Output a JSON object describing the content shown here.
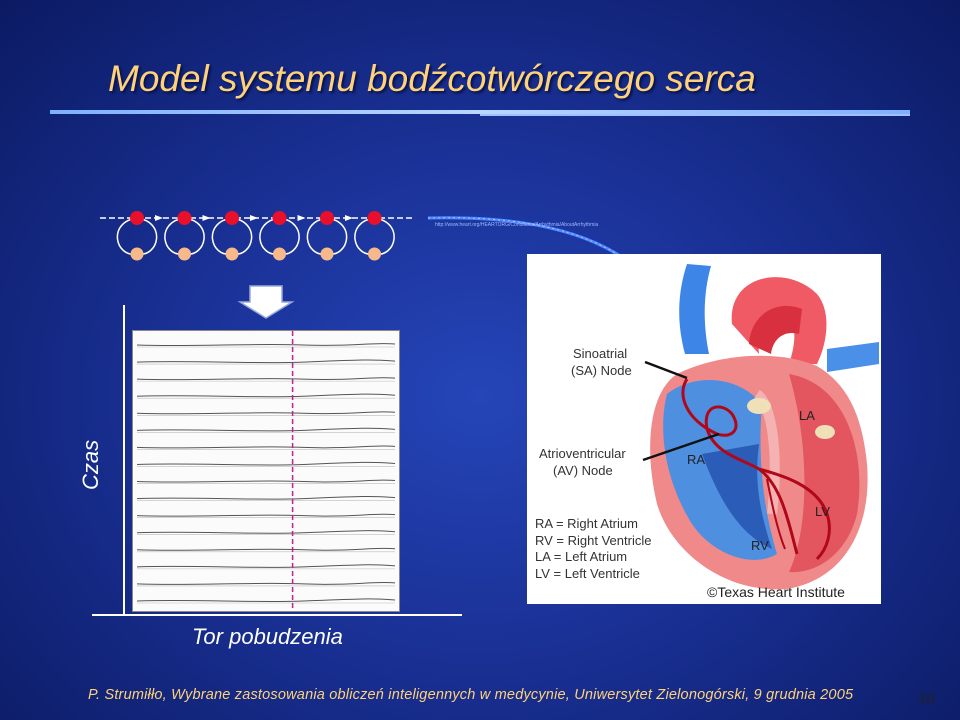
{
  "slide": {
    "title": "Model systemu bodźcotwórczego serca",
    "axis_vertical_label": "Czas",
    "axis_horizontal_label": "Tor pobudzenia",
    "connector_caption": "http://www.heart.org/HEARTORG/Conditions/Arrhythmia/AboutArrhythmia",
    "footer": "P. Strumiłło, Wybrane zastosowania obliczeń inteligennych w medycynie, Uniwersytet Zielonogórski, 9 grudnia 2005",
    "page_number": "10"
  },
  "heart": {
    "label_sa": "Sinoatrial",
    "label_sa_2": "(SA) Node",
    "label_av": "Atrioventricular",
    "label_av_2": "(AV) Node",
    "label_ra": "RA",
    "label_la": "LA",
    "label_rv": "RV",
    "label_lv": "LV",
    "legend": [
      "RA = Right Atrium",
      "RV = Right Ventricle",
      "LA = Left Atrium",
      "LV = Left Ventricle"
    ],
    "copyright": "©Texas Heart Institute"
  },
  "colors": {
    "title": "#ffd27a",
    "node_red": "#e8102a",
    "node_peach": "#f7b98a",
    "marker": "#c0208f"
  },
  "model": {
    "oscillator_count": 6,
    "trace_count": 16,
    "marker_fraction": 0.6
  }
}
